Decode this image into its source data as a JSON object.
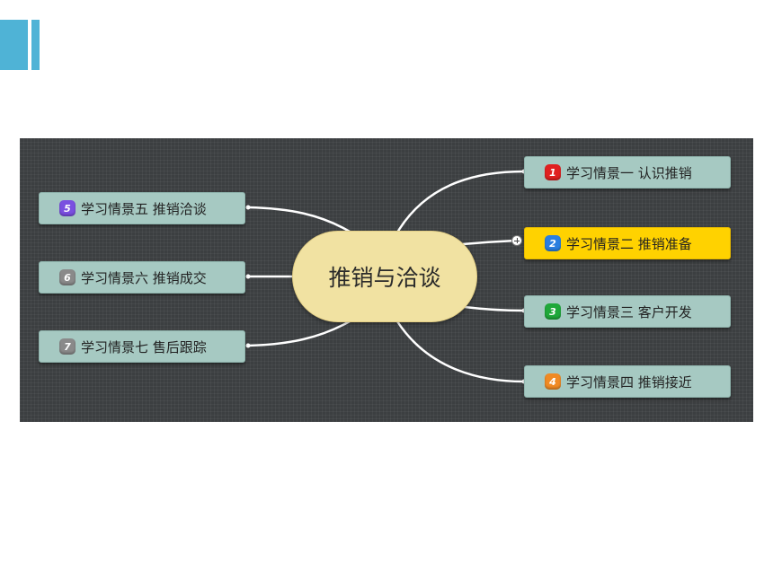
{
  "mindmap": {
    "center": {
      "label": "推销与洽谈"
    },
    "topics": [
      {
        "number": "1",
        "label": "学习情景一 认识推销",
        "badge_color": "#e02020",
        "side": "right"
      },
      {
        "number": "2",
        "label": "学习情景二 推销准备",
        "badge_color": "#2a7fe0",
        "side": "right",
        "highlighted": true
      },
      {
        "number": "3",
        "label": "学习情景三 客户开发",
        "badge_color": "#1fa83a",
        "side": "right"
      },
      {
        "number": "4",
        "label": "学习情景四 推销接近",
        "badge_color": "#f08a24",
        "side": "right"
      },
      {
        "number": "5",
        "label": "学习情景五 推销洽谈",
        "badge_color": "#7a4fe0",
        "side": "left"
      },
      {
        "number": "6",
        "label": "学习情景六 推销成交",
        "badge_color": "#8a8a8a",
        "side": "left"
      },
      {
        "number": "7",
        "label": "学习情景七 售后跟踪",
        "badge_color": "#8a8a8a",
        "side": "left"
      }
    ]
  },
  "colors": {
    "accent": "#4fb3d6",
    "canvas_bg": "#3c3f41",
    "node_bg": "#a6c9c2",
    "highlight_bg": "#ffd200",
    "center_bg": "#f1e2a2"
  }
}
